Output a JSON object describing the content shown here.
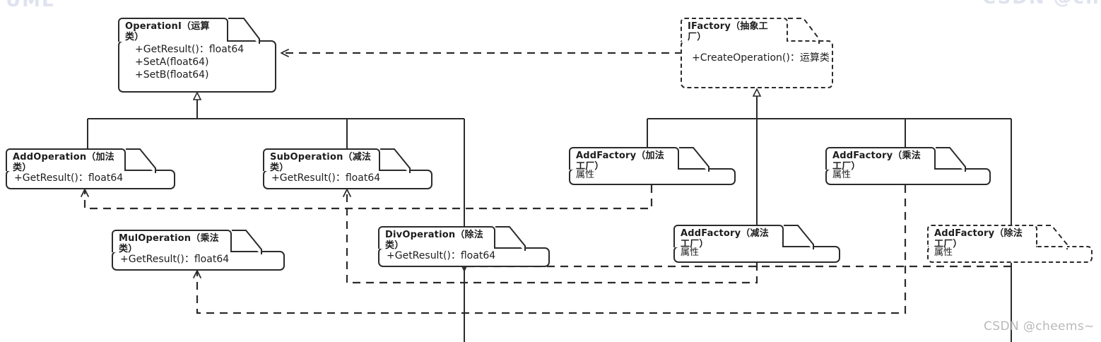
{
  "diagram": {
    "type": "uml-class-diagram",
    "title_watermark_top_left": "UML",
    "title_watermark_top_right": "CSDN @cheems~",
    "watermark": "CSDN @cheems~"
  },
  "classes": {
    "operation_i": {
      "name": "OperationI（运算类）",
      "members": "+GetResult()：float64\n+SetA(float64)\n+SetB(float64)",
      "style": "solid"
    },
    "ifactory": {
      "name": "IFactory（抽象工厂）",
      "members": "+CreateOperation()：运算类",
      "style": "dashed"
    },
    "add_operation": {
      "name": "AddOperation（加法类）",
      "members": "+GetResult()：float64",
      "style": "solid"
    },
    "sub_operation": {
      "name": "SubOperation（减法类）",
      "members": "+GetResult()：float64",
      "style": "solid"
    },
    "mul_operation": {
      "name": "MulOperation（乘法类）",
      "members": "+GetResult()：float64",
      "style": "solid"
    },
    "div_operation": {
      "name": "DivOperation（除法类）",
      "members": "+GetResult()：float64",
      "style": "solid"
    },
    "add_factory": {
      "name": "AddFactory（加法工厂）",
      "members": "属性",
      "style": "solid"
    },
    "mul_factory": {
      "name": "AddFactory（乘法工厂）",
      "members": "属性",
      "style": "solid"
    },
    "sub_factory": {
      "name": "AddFactory（减法工厂）",
      "members": "属性",
      "style": "solid"
    },
    "div_factory": {
      "name": "AddFactory（除法工厂）",
      "members": "属性",
      "style": "dashed"
    }
  },
  "relations": [
    {
      "from": "ifactory",
      "to": "operation_i",
      "kind": "dependency-dashed-open-arrow"
    },
    {
      "from": "add_operation",
      "to": "operation_i",
      "kind": "generalization-solid-hollow-triangle"
    },
    {
      "from": "sub_operation",
      "to": "operation_i",
      "kind": "generalization-solid-hollow-triangle"
    },
    {
      "from": "mul_operation",
      "to": "operation_i",
      "kind": "generalization-solid-hollow-triangle"
    },
    {
      "from": "div_operation",
      "to": "operation_i",
      "kind": "generalization-solid-hollow-triangle"
    },
    {
      "from": "add_factory",
      "to": "ifactory",
      "kind": "generalization-solid-hollow-triangle"
    },
    {
      "from": "mul_factory",
      "to": "ifactory",
      "kind": "generalization-solid-hollow-triangle"
    },
    {
      "from": "sub_factory",
      "to": "ifactory",
      "kind": "generalization-solid-hollow-triangle"
    },
    {
      "from": "div_factory",
      "to": "ifactory",
      "kind": "generalization-solid-hollow-triangle"
    },
    {
      "from": "add_factory",
      "to": "add_operation",
      "kind": "dependency-dashed-open-arrow"
    },
    {
      "from": "mul_factory",
      "to": "mul_operation",
      "kind": "dependency-dashed-open-arrow"
    },
    {
      "from": "sub_factory",
      "to": "sub_operation",
      "kind": "dependency-dashed-open-arrow"
    },
    {
      "from": "div_factory",
      "to": "div_operation",
      "kind": "dependency-dashed-open-arrow"
    }
  ],
  "colors": {
    "stroke": "#2b2b2b",
    "text": "#1d1d1d",
    "background": "#ffffff",
    "watermark": "#b9b9b9",
    "watermark_faint": "#dfe3ef"
  }
}
